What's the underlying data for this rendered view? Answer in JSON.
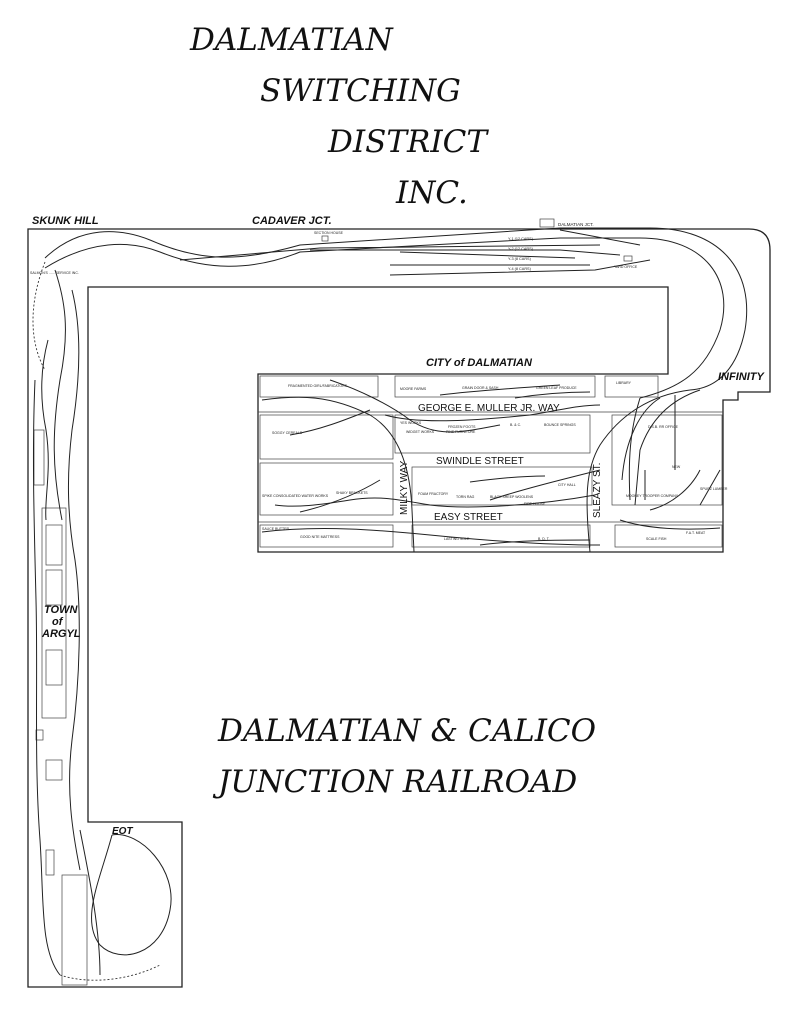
{
  "title_lines": [
    "DALMATIAN",
    "SWITCHING",
    "DISTRICT",
    "INC."
  ],
  "subtitle_lines": [
    "DALMATIAN & CALICO",
    "JUNCTION RAILROAD"
  ],
  "places": {
    "skunk_hill": "SKUNK HILL",
    "cadaver_jct": "CADAVER JCT.",
    "city": "CITY of DALMATIAN",
    "infinity": "INFINITY",
    "town_line1": "TOWN",
    "town_line2": "of",
    "town_line3": "ARGYL",
    "eot": "EOT"
  },
  "streets": {
    "muller": "GEORGE E. MULLER JR. WAY",
    "swindle": "SWINDLE STREET",
    "easy": "EASY STREET",
    "milky": "MILKY WAY",
    "sleazy": "SLEAZY ST."
  },
  "small_labels": {
    "dalmatian_jct": "DALMATIAN JCT.",
    "section_house": "SECTION HOUSE",
    "yard_1": "Y-1 (12 CARS)",
    "yard_2": "Y-2 (12 CARS)",
    "yard_3": "Y-3 (8 CARS)",
    "yard_4": "Y-4 (8 CARS)",
    "yard_office": "YARD OFFICE",
    "salmon_service": "SALMON'S ...... SERVICE INC.",
    "fragmented": "FRAGMENTED GIRL/FABRICATORS",
    "moore_farms": "MOORE FARMS",
    "grain_door": "GRAIN DOOR & SASH",
    "green_leaf": "GREEN LEAF PRODUCE",
    "library": "LIBRARY",
    "soggy": "SOGGY CEREALS",
    "yes_works": "YES WORKS",
    "frozen_foots": "FROZEN FOOTS",
    "widget": "WIDGET WORKS",
    "pine_furniture": "PINE FURNITURE",
    "bsc": "B. & C.",
    "bounce": "BOUNCE SPRINGS",
    "dsb_office": "D.S.B. RR OFFICE",
    "new": "NEW",
    "city_hall": "CITY HALL",
    "spike": "SPIKE CONSOLIDATED WATER WORKS",
    "shaky": "SHAKY BRACKETS",
    "foam": "FOAM FRACTORY",
    "torn_rag": "TORN RAG",
    "black_sheep": "BLACK SHEEP WOOLENS",
    "fire_house": "FIRE HOUSE",
    "mooney": "MOONEY TROOPER COMPANY",
    "spurz": "SPURZ LUMBER",
    "sauce_butter": "SAUCE BUTTER",
    "good_nite": "GOOD NITE MATTRESS",
    "lasting": "LASTING SOLE",
    "bdt": "B. D. T.",
    "scale": "SCALE FISH",
    "fat_meat": "F.A.T. MEAT"
  },
  "colors": {
    "ink": "#222222",
    "paper": "#ffffff"
  }
}
